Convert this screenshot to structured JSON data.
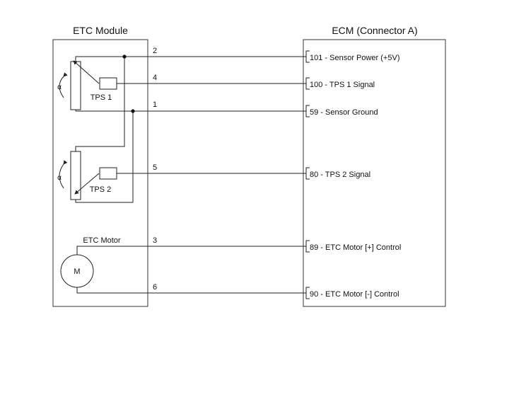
{
  "etc_module": {
    "title": "ETC Module",
    "tps1_label": "TPS 1",
    "tps2_label": "TPS 2",
    "motor_label": "ETC Motor",
    "motor_symbol": "M",
    "angle_symbol": "α"
  },
  "ecm": {
    "title": "ECM (Connector A)"
  },
  "connections": [
    {
      "module_pin": "2",
      "ecm_label": "101 - Sensor Power (+5V)"
    },
    {
      "module_pin": "4",
      "ecm_label": "100 - TPS 1 Signal"
    },
    {
      "module_pin": "1",
      "ecm_label": "59 - Sensor Ground"
    },
    {
      "module_pin": "5",
      "ecm_label": "80 - TPS 2 Signal"
    },
    {
      "module_pin": "3",
      "ecm_label": "89 - ETC Motor [+] Control"
    },
    {
      "module_pin": "6",
      "ecm_label": "90 - ETC Motor [-] Control"
    }
  ]
}
